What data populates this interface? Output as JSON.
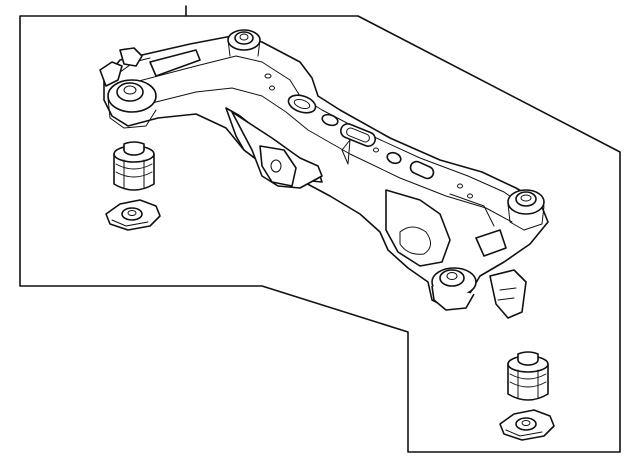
{
  "diagram": {
    "kind": "exploded-parts-illustration",
    "background_color": "#ffffff",
    "line_color": "#111111",
    "parts": [
      {
        "name": "rear-subframe-crossmember"
      },
      {
        "name": "subframe-bushing-left"
      },
      {
        "name": "bushing-bracket-left"
      },
      {
        "name": "subframe-bushing-right"
      },
      {
        "name": "bushing-bracket-right"
      }
    ]
  }
}
